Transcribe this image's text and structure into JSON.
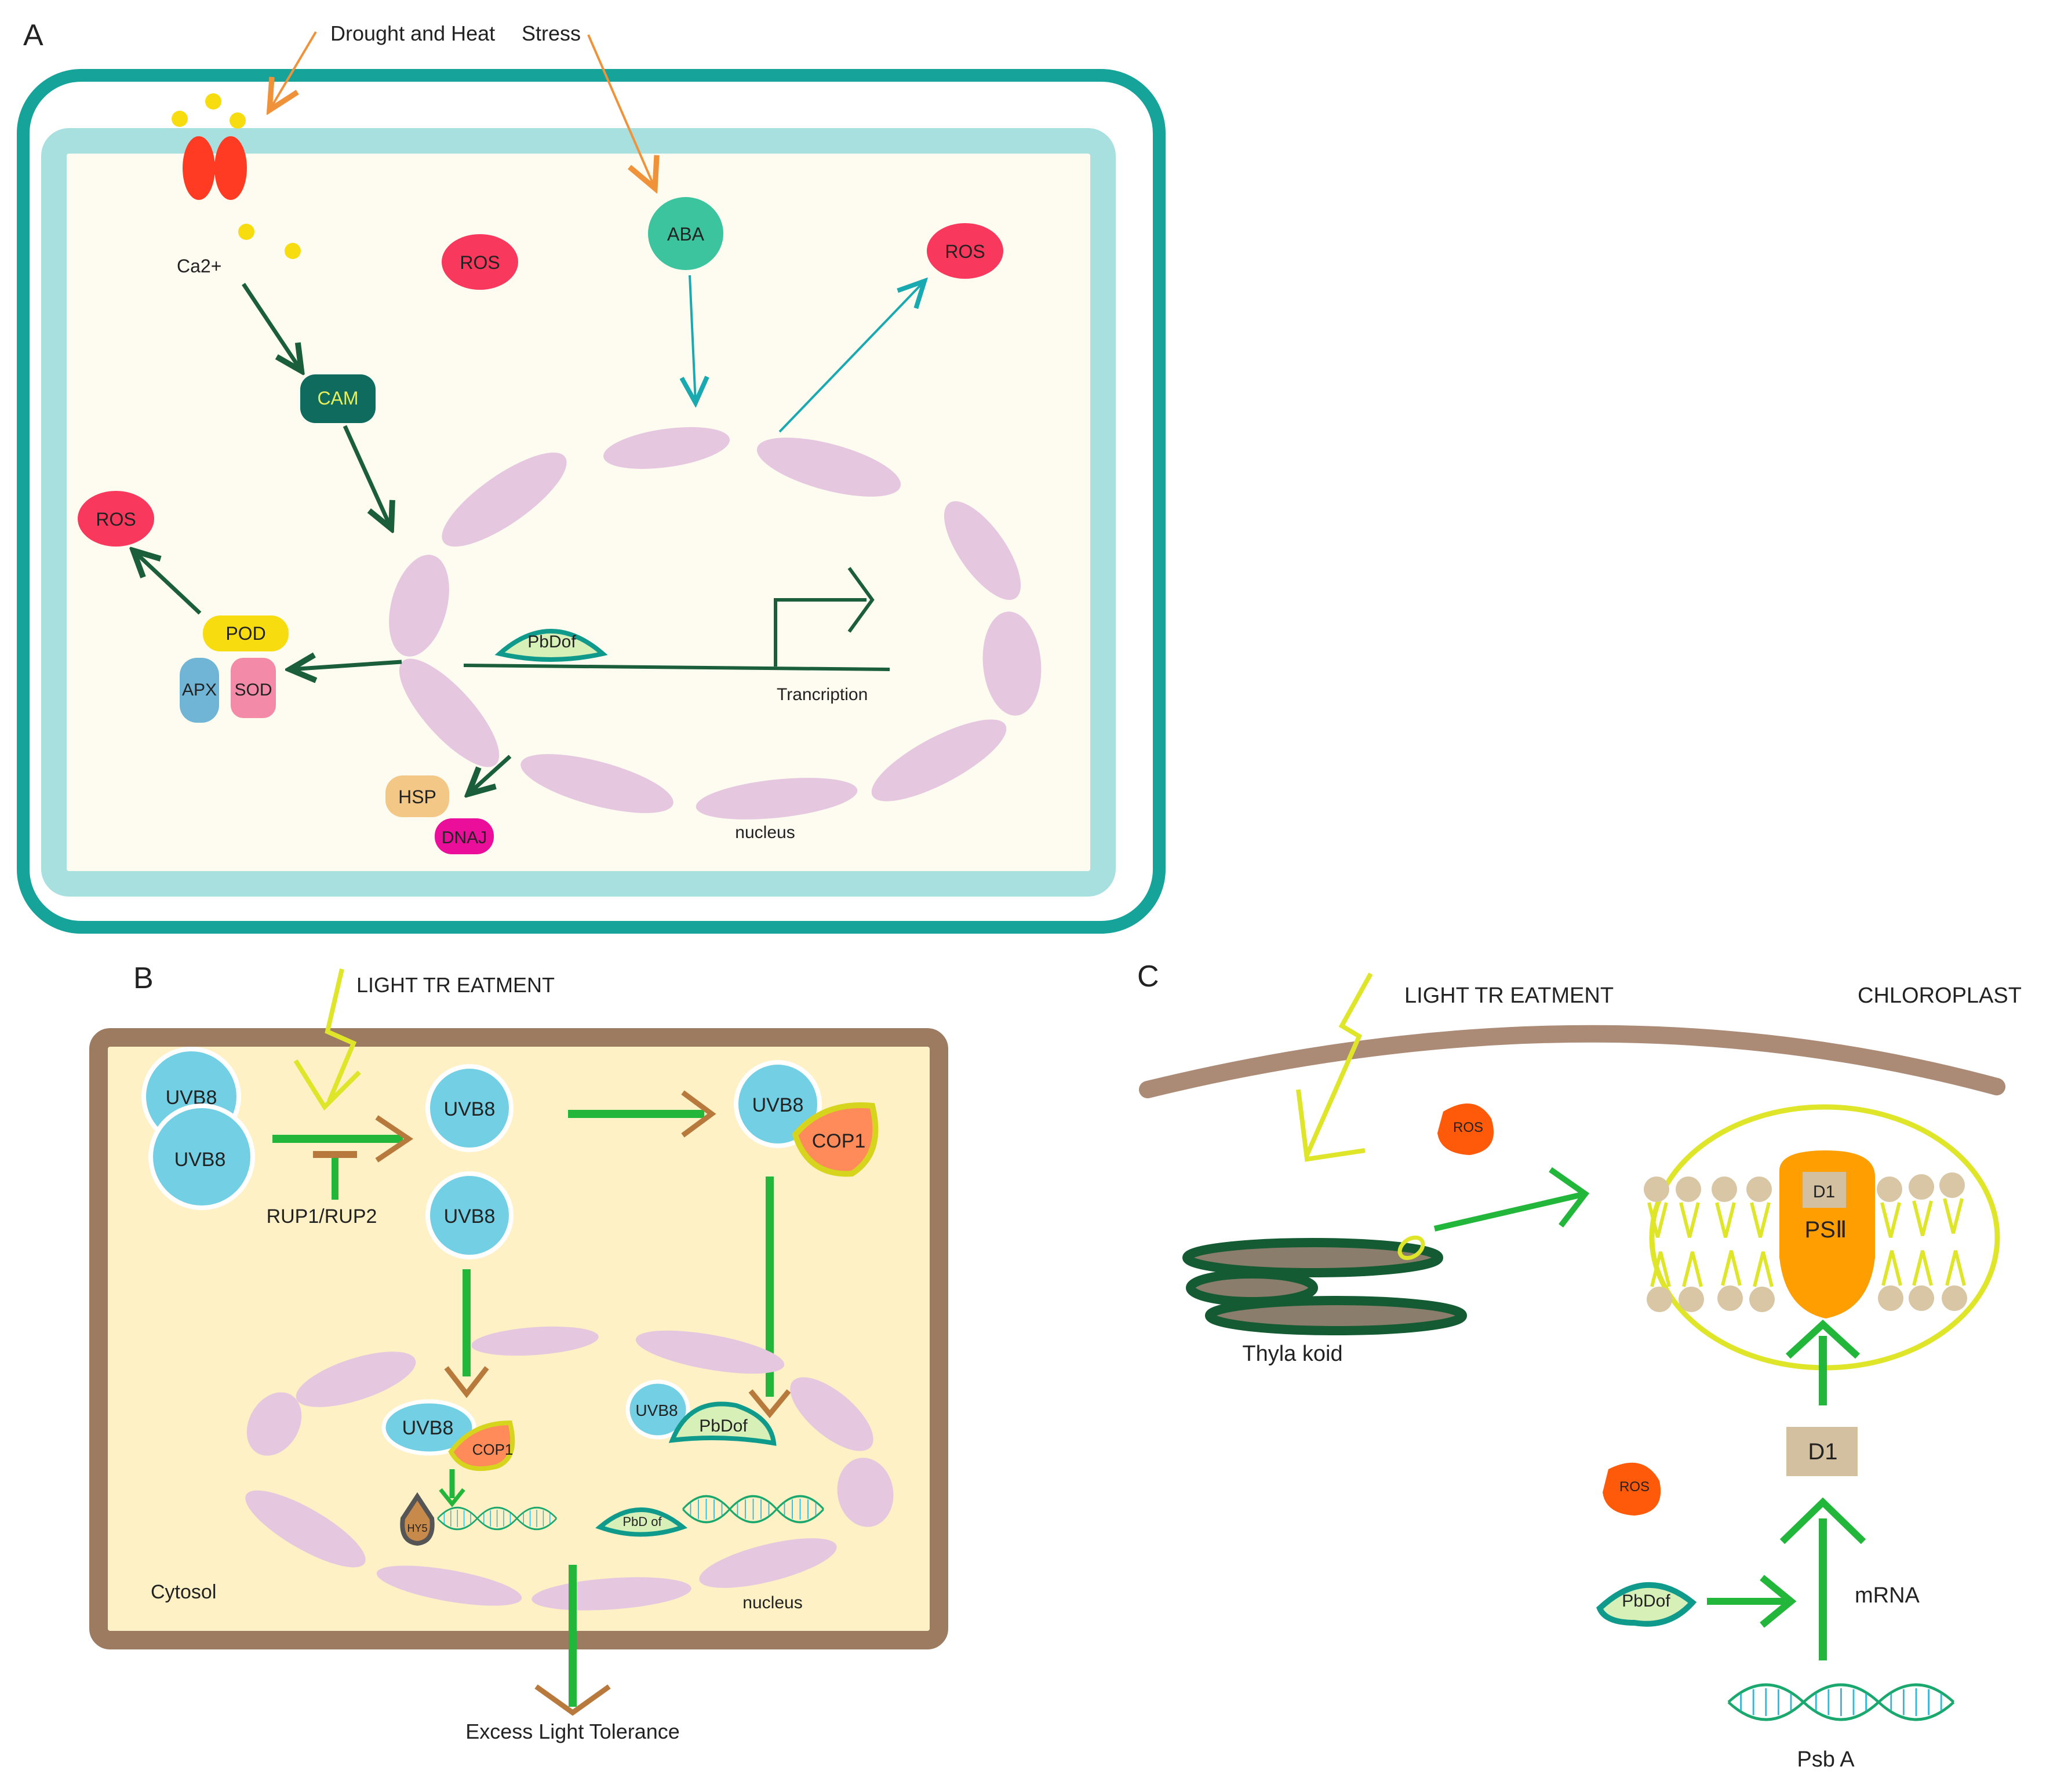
{
  "panel_a": {
    "letter": "A",
    "stress_label_1": "Drought and Heat",
    "stress_label_2": "Stress",
    "ca_label": "Ca2+",
    "cam_label": "CAM",
    "aba_label": "ABA",
    "ros_label": "ROS",
    "pod_label": "POD",
    "apx_label": "APX",
    "sod_label": "SOD",
    "hsp_label": "HSP",
    "dnaj_label": "DNAJ",
    "pbdof_label": "PbDof",
    "transcription_label": "Trancription",
    "nucleus_label": "nucleus"
  },
  "panel_b": {
    "letter": "B",
    "light_label": "LIGHT TR EATMENT",
    "uvb8_label": "UVB8",
    "cop1_label": "COP1",
    "rup_label": "RUP1/RUP2",
    "pbdof_label": "PbDof",
    "pbdof_small_label": "PbD of",
    "hy5_label": "HY5",
    "cytosol_label": "Cytosol",
    "nucleus_label": "nucleus",
    "tolerance_label": "Excess Light   Tolerance"
  },
  "panel_c": {
    "letter": "C",
    "light_label": "LIGHT TR EATMENT",
    "chloroplast_label": "CHLOROPLAST",
    "ros_label": "ROS",
    "thylakoid_label": "Thyla koid",
    "d1_label": "D1",
    "psii_label": "PSⅡ",
    "pbdof_label": "PbDof",
    "mrna_label": "mRNA",
    "psba_label": "Psb A"
  }
}
